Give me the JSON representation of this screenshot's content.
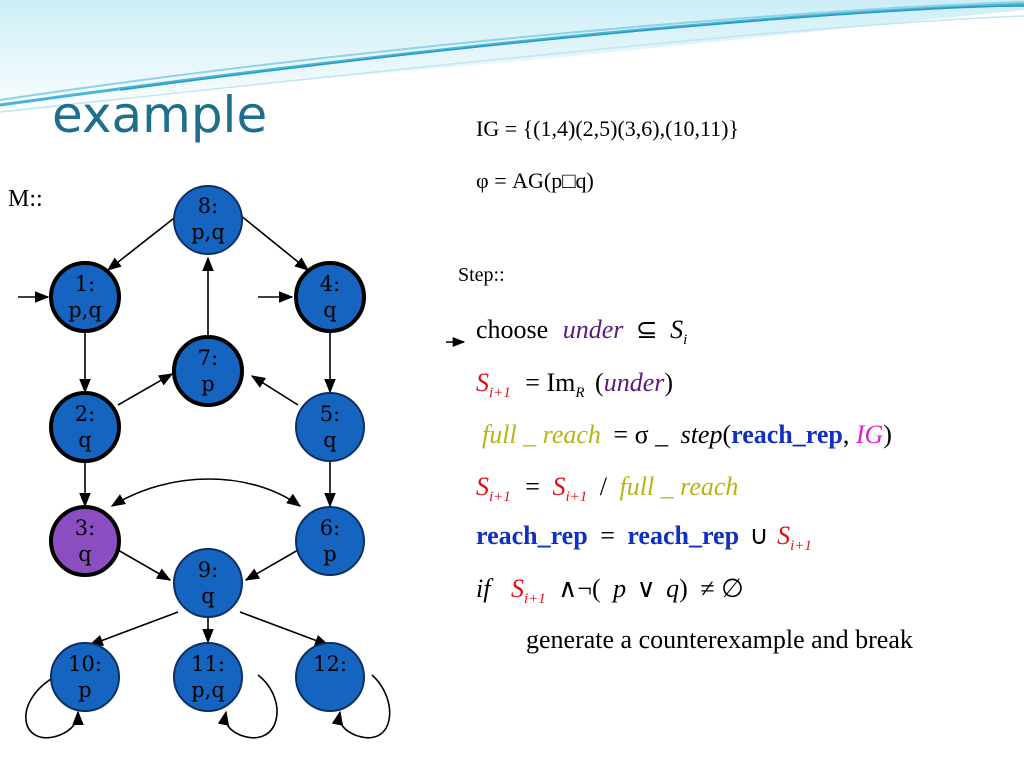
{
  "slide": {
    "title": "example",
    "model_label": "M::",
    "ig": "IG = {(1,4)(2,5)(3,6),(10,11)}",
    "phi": "φ = AG(p□q)",
    "step_label": "Step::"
  },
  "graph": {
    "nodes": [
      {
        "id": "8",
        "line1": "8:",
        "line2": "p,q",
        "fill": "#1565c0",
        "bold": false
      },
      {
        "id": "1",
        "line1": "1:",
        "line2": "p,q",
        "fill": "#1565c0",
        "bold": true
      },
      {
        "id": "4",
        "line1": "4:",
        "line2": "q",
        "fill": "#1565c0",
        "bold": true
      },
      {
        "id": "7",
        "line1": "7:",
        "line2": "p",
        "fill": "#1565c0",
        "bold": true
      },
      {
        "id": "2",
        "line1": "2:",
        "line2": "q",
        "fill": "#1565c0",
        "bold": true
      },
      {
        "id": "5",
        "line1": "5:",
        "line2": "q",
        "fill": "#1565c0",
        "bold": false
      },
      {
        "id": "3",
        "line1": "3:",
        "line2": "q",
        "fill": "#8a4ec0",
        "bold": true
      },
      {
        "id": "6",
        "line1": "6:",
        "line2": "p",
        "fill": "#1565c0",
        "bold": false
      },
      {
        "id": "9",
        "line1": "9:",
        "line2": "q",
        "fill": "#1565c0",
        "bold": false
      },
      {
        "id": "10",
        "line1": "10:",
        "line2": "p",
        "fill": "#1565c0",
        "bold": false
      },
      {
        "id": "11",
        "line1": "11:",
        "line2": "p,q",
        "fill": "#1565c0",
        "bold": false
      },
      {
        "id": "12",
        "line1": "12:",
        "line2": "",
        "fill": "#1565c0",
        "bold": false
      }
    ]
  },
  "algorithm": {
    "l1_choose": "choose",
    "l1_under": "under",
    "l1_subset": "⊆",
    "l1_S": "S",
    "l1_i": "i",
    "l2_S": "S",
    "l2_sub": "i+1",
    "l2_eq": "= Im",
    "l2_R": "R",
    "l2_under": "under",
    "l3_full": "full _ reach",
    "l3_eq": "= σ _",
    "l3_step": "step",
    "l3_rr": "reach_rep",
    "l3_comma": ",",
    "l3_ig": "IG",
    "l4_S": "S",
    "l4_sub": "i+1",
    "l4_eq": "=",
    "l4_S2": "S",
    "l4_sub2": "i+1",
    "l4_slash": "/",
    "l4_full": "full _ reach",
    "l5_rr": "reach_rep",
    "l5_eq": "=",
    "l5_rr2": "reach_rep",
    "l5_cup": "∪",
    "l5_S": "S",
    "l5_sub": "i+1",
    "l6_if": "if",
    "l6_S": "S",
    "l6_sub": "i+1",
    "l6_rest": "∧¬",
    "l6_p": "p",
    "l6_or": "∨",
    "l6_q": "q",
    "l6_neq": "≠ ∅",
    "l7": "generate a counterexample and break"
  }
}
